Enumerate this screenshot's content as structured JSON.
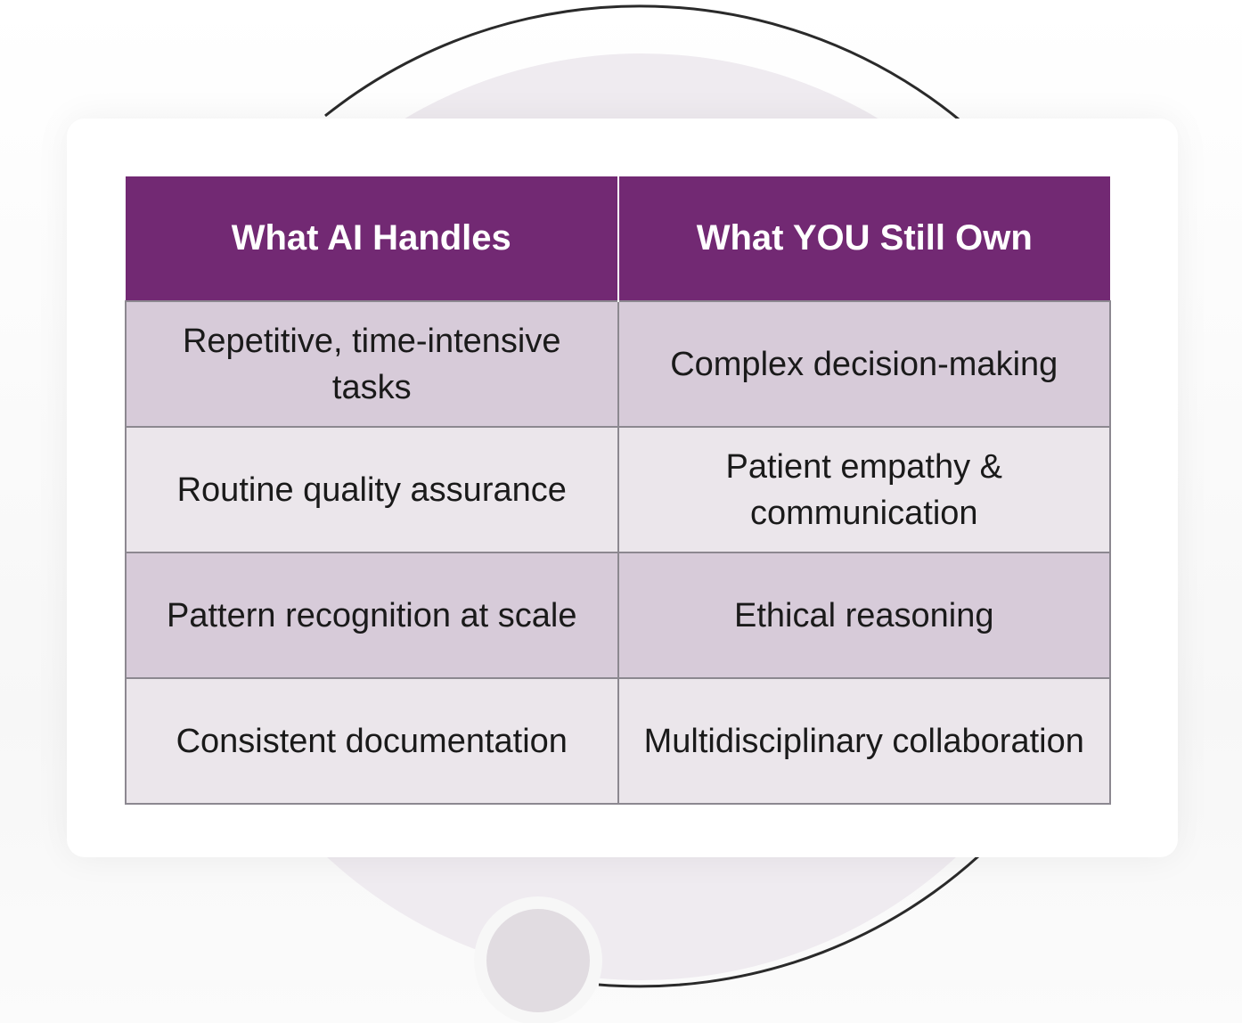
{
  "table": {
    "headers": [
      "What AI Handles",
      "What YOU Still Own"
    ],
    "rows": [
      [
        "Repetitive, time-intensive tasks",
        "Complex decision-making"
      ],
      [
        "Routine quality assurance",
        "Patient empathy & communication"
      ],
      [
        "Pattern recognition at scale",
        "Ethical reasoning"
      ],
      [
        "Consistent documentation",
        "Multidisciplinary collaboration"
      ]
    ]
  },
  "colors": {
    "header": "#722973",
    "row_odd": "#d7cbd9",
    "row_even": "#ebe6eb"
  }
}
